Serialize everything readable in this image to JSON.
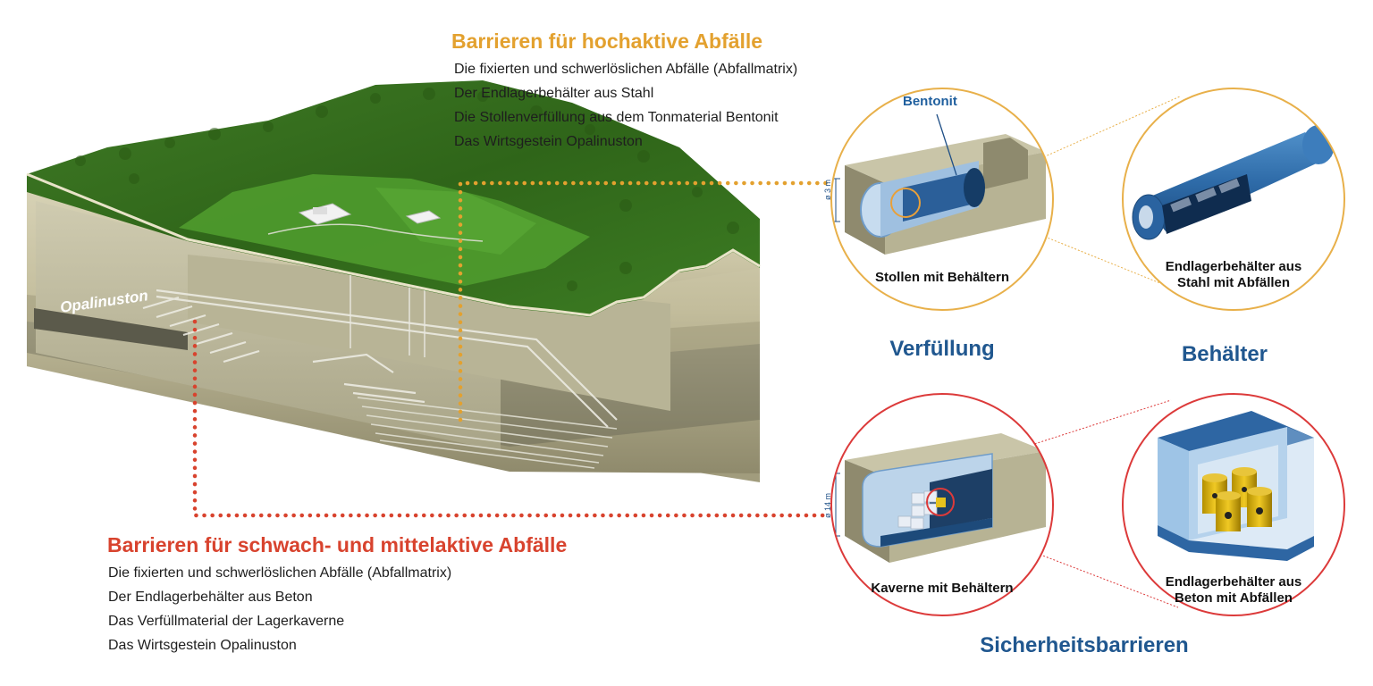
{
  "colors": {
    "high_level": "#e3a12f",
    "low_mid_level": "#d8432e",
    "category_blue": "#20578f",
    "circle_orange": "#e8b04a",
    "circle_red": "#dc3a3a"
  },
  "high_level": {
    "title": "Barrieren für hochaktive Abfälle",
    "items": [
      "Die fixierten und schwerlöslichen Abfälle (Abfallmatrix)",
      "Der Endlagerbehälter aus Stahl",
      "Die Stollenverfüllung aus dem Tonmaterial Bentonit",
      "Das Wirtsgestein Opalinuston"
    ]
  },
  "low_mid_level": {
    "title": "Barrieren für schwach- und mittelaktive Abfälle",
    "items": [
      "Die fixierten und schwerlöslichen Abfälle (Abfallmatrix)",
      "Der Endlagerbehälter aus Beton",
      "Das Verfüllmaterial der Lagerkaverne",
      "Das Wirtsgestein Opalinuston"
    ]
  },
  "block_label": "Opalinuston",
  "details": {
    "stollen": {
      "caption": "Stollen mit Behältern",
      "label": "Bentonit",
      "dimension": "ø 3 m"
    },
    "steel_container": {
      "caption_line1": "Endlagerbehälter aus",
      "caption_line2": "Stahl mit Abfällen"
    },
    "kaverne": {
      "caption": "Kaverne mit Behältern",
      "dimension": "ø 14 m"
    },
    "concrete_container": {
      "caption_line1": "Endlagerbehälter aus",
      "caption_line2": "Beton mit Abfällen"
    }
  },
  "categories": {
    "backfill": "Verfüllung",
    "container": "Behälter",
    "safety_barriers": "Sicherheitsbarrieren"
  }
}
